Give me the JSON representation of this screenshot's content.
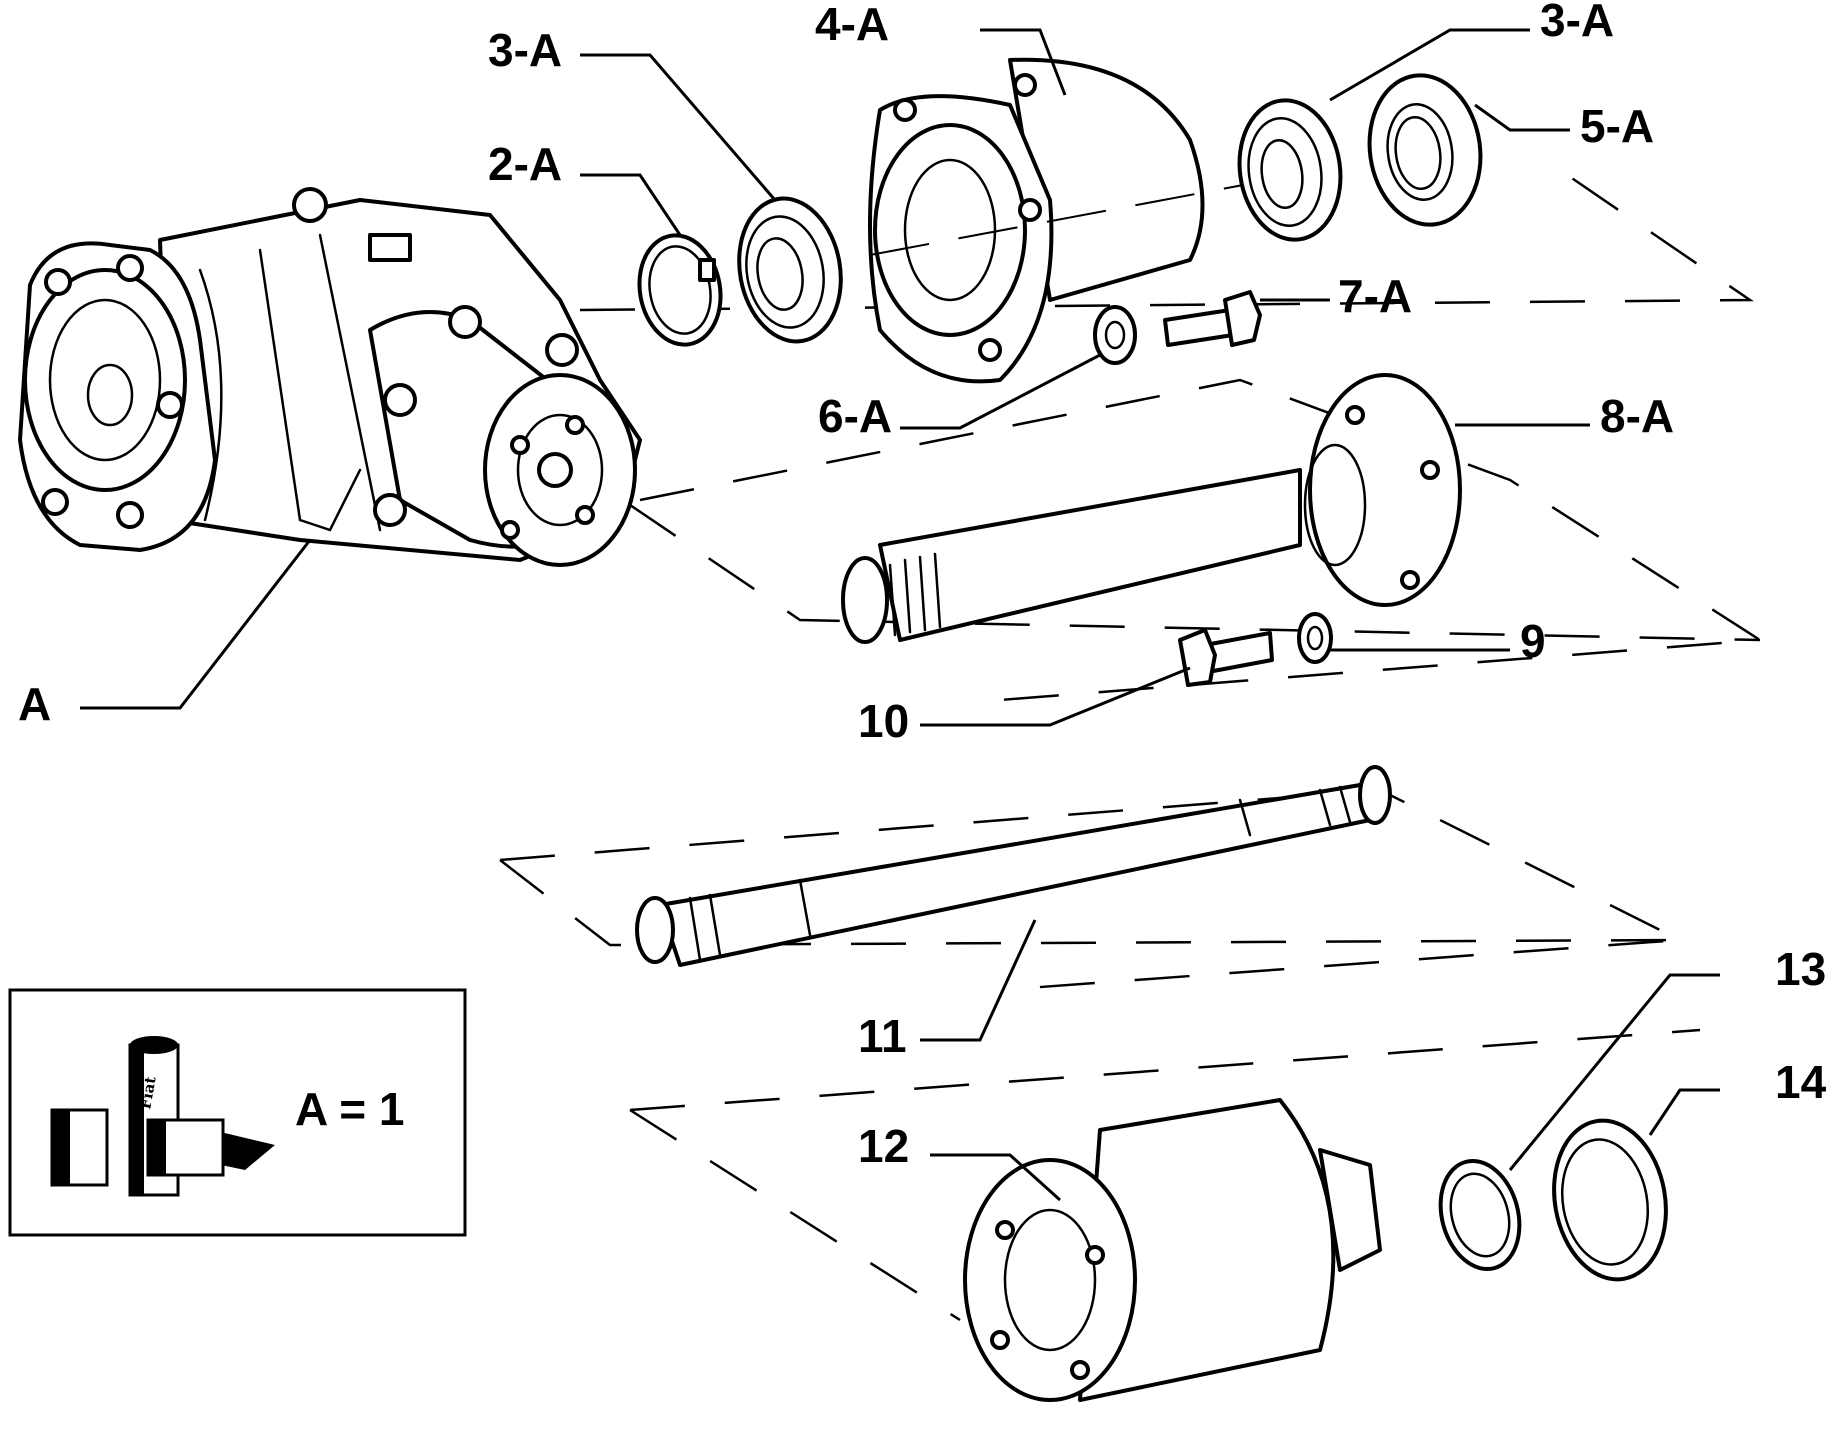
{
  "callouts": {
    "A": "A",
    "c2A": "2-A",
    "c3A_left": "3-A",
    "c3A_right": "3-A",
    "c4A": "4-A",
    "c5A": "5-A",
    "c6A": "6-A",
    "c7A": "7-A",
    "c8A": "8-A",
    "c9": "9",
    "c10": "10",
    "c11": "11",
    "c12": "12",
    "c13": "13",
    "c14": "14"
  },
  "legend": {
    "equation": "A = 1",
    "package_label": "Fiat"
  }
}
